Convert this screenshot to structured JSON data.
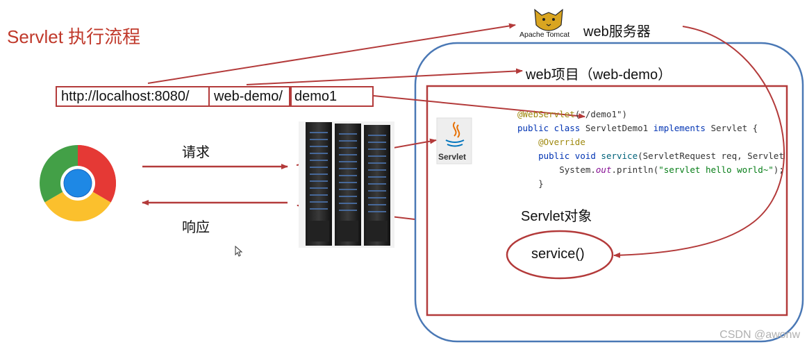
{
  "title": "Servlet 执行流程",
  "url": {
    "part1": "http://localhost:8080/",
    "part2": "web-demo/",
    "part3": "demo1"
  },
  "labels": {
    "server": "web服务器",
    "tomcat_logo_text": "Apache Tomcat",
    "project": "web项目（web-demo）",
    "request": "请求",
    "response": "响应",
    "servlet_object": "Servlet对象",
    "service": "service()",
    "servlet_logo": "Servlet"
  },
  "code": {
    "line1_ann": "@WebServlet",
    "line1_rest": "(\"/demo1\")",
    "line2_kw1": "public class",
    "line2_name": " ServletDemo1 ",
    "line2_kw2": "implements",
    "line2_rest": " Servlet {",
    "line3_ann": "@Override",
    "line4_kw": "public void",
    "line4_fn": " service",
    "line4_rest": "(ServletRequest req, ServletRe",
    "line5_pre": "System.",
    "line5_it": "out",
    "line5_mid": ".println(",
    "line5_str": "\"servlet hello world~\"",
    "line5_end": ");",
    "line6": "}"
  },
  "watermark": "CSDN @awonw",
  "colors": {
    "accent_red": "#b33a3a",
    "container_blue": "#4a78b5"
  },
  "icons": [
    "chrome-icon",
    "tomcat-icon",
    "server-rack-icon",
    "java-servlet-icon",
    "cursor-icon"
  ]
}
